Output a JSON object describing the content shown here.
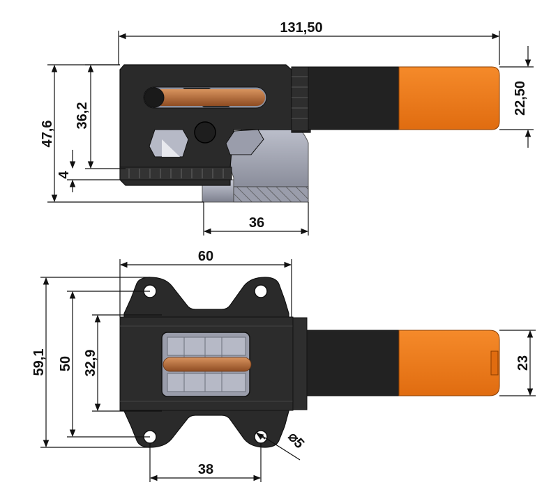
{
  "side_view": {
    "dims": {
      "overall_length": "131,50",
      "height_total": "47,6",
      "height_mid": "36,2",
      "height_small": "4",
      "handle_height": "22,50",
      "base_width": "36"
    }
  },
  "top_view": {
    "dims": {
      "plate_width": "60",
      "overall_height": "59,1",
      "hole_spacing_vertical": "50",
      "window_height": "32,9",
      "hole_spacing_horizontal": "38",
      "handle_width": "23",
      "hole_diameter": "⌀5"
    }
  },
  "colors": {
    "body": "#2a2a2a",
    "body_dark": "#1a1a1a",
    "handle": "#f07a1a",
    "handle_dark": "#d9650e",
    "rod": "#b86a38",
    "steel": "#8a8d9a",
    "steel_light": "#b6b9c6"
  }
}
